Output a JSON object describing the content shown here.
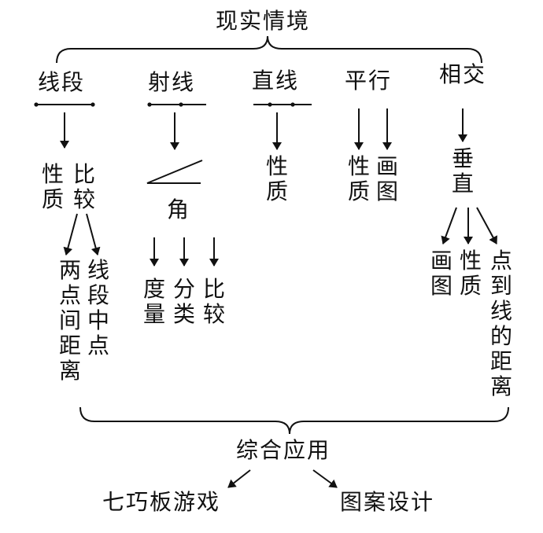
{
  "top_title": "现实情境",
  "topics": {
    "segment": "线段",
    "ray": "射线",
    "line": "直线",
    "parallel": "平行",
    "intersect": "相交"
  },
  "segment_branch": {
    "nature": "性质",
    "compare": "比较",
    "distance_label": "两点间距离",
    "midpoint_label": "线段中点"
  },
  "ray_branch": {
    "angle": "角",
    "measure": "度量",
    "classify": "分类",
    "compare": "比较"
  },
  "line_branch": {
    "nature": "性质"
  },
  "parallel_branch": {
    "nature": "性质",
    "draw": "画图"
  },
  "intersect_branch": {
    "perpendicular": "垂直",
    "draw": "画图",
    "nature": "性质",
    "point_line_distance": "点到线的距离"
  },
  "synthesis": "综合应用",
  "applications": {
    "tangram": "七巧板游戏",
    "pattern": "图案设计"
  }
}
